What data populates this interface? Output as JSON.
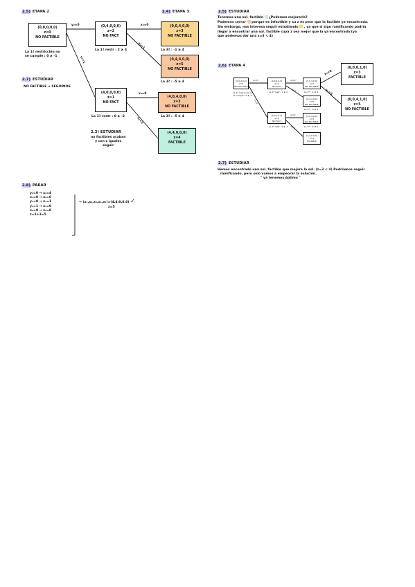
{
  "colors": {
    "highlight": "#c9cdf5",
    "yellow": "#fad58d",
    "orange": "#f9c6a0",
    "green": "#bff0df"
  },
  "left": {
    "h25": {
      "num": "2.5)",
      "title": "ETAPA 2"
    },
    "root": {
      "l1": "(0,0,0,0,0)",
      "l2": "z=0",
      "l3": "NO FACTIBLE"
    },
    "root_note": {
      "l1": "La 1ª restricción no",
      "l2": "se cumple : 0 ≱ -1"
    },
    "h27": {
      "num": "2.7)",
      "title": "ESTUDIAR"
    },
    "h27_note": "NO FACTIBLE → SEGUIMOS",
    "edge_y2": "y₂=0",
    "edge_y2b": "y₂=1",
    "n_a": {
      "l1": "(0,4,0,0,0)",
      "l2": "z=2",
      "l3": "NO FACT"
    },
    "n_a_note": "La 1ª restr : 2 ≱ 4",
    "n_b": {
      "l1": "(4,0,0,0,0)",
      "l2": "z=1",
      "l3": "NO FACT"
    },
    "n_b_note": "La 1ª restr : 0 ≱ -2",
    "h24": {
      "num": "2.4)",
      "title": "ETAPA 3"
    },
    "edge_x4_0": "x₄=0",
    "edge_x4_1": "x₄=1",
    "edge_x4_0b": "x₄=0",
    "edge_x4_1b": "x₄=1",
    "n_c": {
      "l1": "(0,0,4,0,0)",
      "l2": "z=3",
      "l3": "NO FACTIBLE"
    },
    "n_c_note": "La 3ª : -1 ≱ 4",
    "n_d": {
      "l1": "(0,4,4,0,0)",
      "l2": "z=5",
      "l3": "NO FACTIBLE"
    },
    "n_d_note": "La 3ª : -5 ≱ 4",
    "n_e": {
      "l1": "(4,0,4,0,0)",
      "l2": "z=3",
      "l3": "NO FACTIBLE"
    },
    "n_e_note": "La 3ª : -5 ≱ 4",
    "n_f": {
      "l1": "(4,4,0,0,0)",
      "l2": "z=4",
      "l3": "FACTIBLE"
    },
    "h23": {
      "num": "2.3)",
      "title": "ESTUDIAR"
    },
    "h23_note": {
      "l1": "no factibles acaban",
      "l2": "y con z iguales",
      "l3": "seguir"
    },
    "h28": {
      "num": "2.8)",
      "title": "PARAR"
    },
    "stop": [
      "y₂=0 → x₂=4",
      "x₄=0 → x₄=0",
      "y₁=0 → x₁=1",
      "y₃=1 → x₃=0",
      "x₅=0 → x₅=0",
      "z=5+3=5"
    ],
    "result": {
      "l1": "⇒ (x₁,x₂,x₃,x₄,x₅)=(4,4,0,0,0)",
      "check": "✓",
      "l2": "z=5"
    }
  },
  "right": {
    "h25": {
      "num": "2.5)",
      "title": "ESTUDIAR"
    },
    "p1": {
      "a": "Tenemos una sol. factible",
      "b": "¿Podemos mejorarla?"
    },
    "p2": {
      "a": "Podemos cerrar",
      "b": "porque es infactible y su z es peor que la factible ya encontrada."
    },
    "p3": {
      "a": "Sin embargo, nos interesa seguir estudiando",
      "b": ", ya que si sigo ramificando podría"
    },
    "p4": "llegar a encontrar una sol. factible cuya z sea mejor que la ya encontrada (ya",
    "p5": "que podemos dar una z=3 < 4)",
    "h26": {
      "num": "2.6)",
      "title": "ETAPA 4"
    },
    "small": {
      "s0": {
        "l1": "(0,0,4,0,0)",
        "l2": "z=3",
        "l3": "NO FACTIBLE"
      },
      "s0_note": {
        "l1": "La 1ª restricción no",
        "l2": "se cumple : 0 ≱ -1"
      },
      "s1": {
        "l1": "(0,0,4,0,0)",
        "l2": "z=3",
        "l3": "NO FACT"
      },
      "s1_note": "La 1ª restr : 2 ≱ 4",
      "s2": {
        "l1": "(0,0,4,0,0)",
        "l2": "z=3",
        "l3": "NO FACTIBLE"
      },
      "s2_note": "La 3ª : -1 ≱ 4",
      "s3": {
        "l1": "(0,4,4,0,0)",
        "l2": "z=5",
        "l3": "NO FACTIBLE"
      },
      "s3_note": "La 3ª : -5 ≱ 4",
      "s4": {
        "l1": "(4,0,0,0,0)",
        "l2": "z=1",
        "l3": "NO FACT"
      },
      "s4_note": "La 1ª restr : 0 ≱ -2",
      "s5": {
        "l1": "(4,0,4,0,0)",
        "l2": "z=3",
        "l3": "NO FACTIBLE"
      },
      "s5_note": "La 3ª : -5 ≱ 4",
      "s6": {
        "l1": "(4,4,0,0,0)",
        "l2": "z=4",
        "l3": "FACTIBLE"
      },
      "e1": "y₂=0",
      "e2": "y₂=1",
      "e3": "x₄=0",
      "e4": "x₄=1",
      "e5": "x₄=0",
      "e6": "x₄=1"
    },
    "edge_x5_0": "x₅=0",
    "edge_x5_1": "x₅=1",
    "n_g": {
      "l1": "(0,0,0,1,0)",
      "l2": "z=3",
      "l3": "FACTIBLE"
    },
    "n_h": {
      "l1": "(0,0,4,1,0)",
      "l2": "z=5",
      "l3": "NO FACTIBLE"
    },
    "h27": {
      "num": "2.7)",
      "title": "ESTUDIAR"
    },
    "q1": "Hemos encontrado una sol. factible que mejora la sol. (z=3 < 4) Podríamos seguir",
    "q2": "ramificando, pero solo vamos a empeorar la solución.",
    "q3": "\" ya tenemos óptimo \""
  }
}
